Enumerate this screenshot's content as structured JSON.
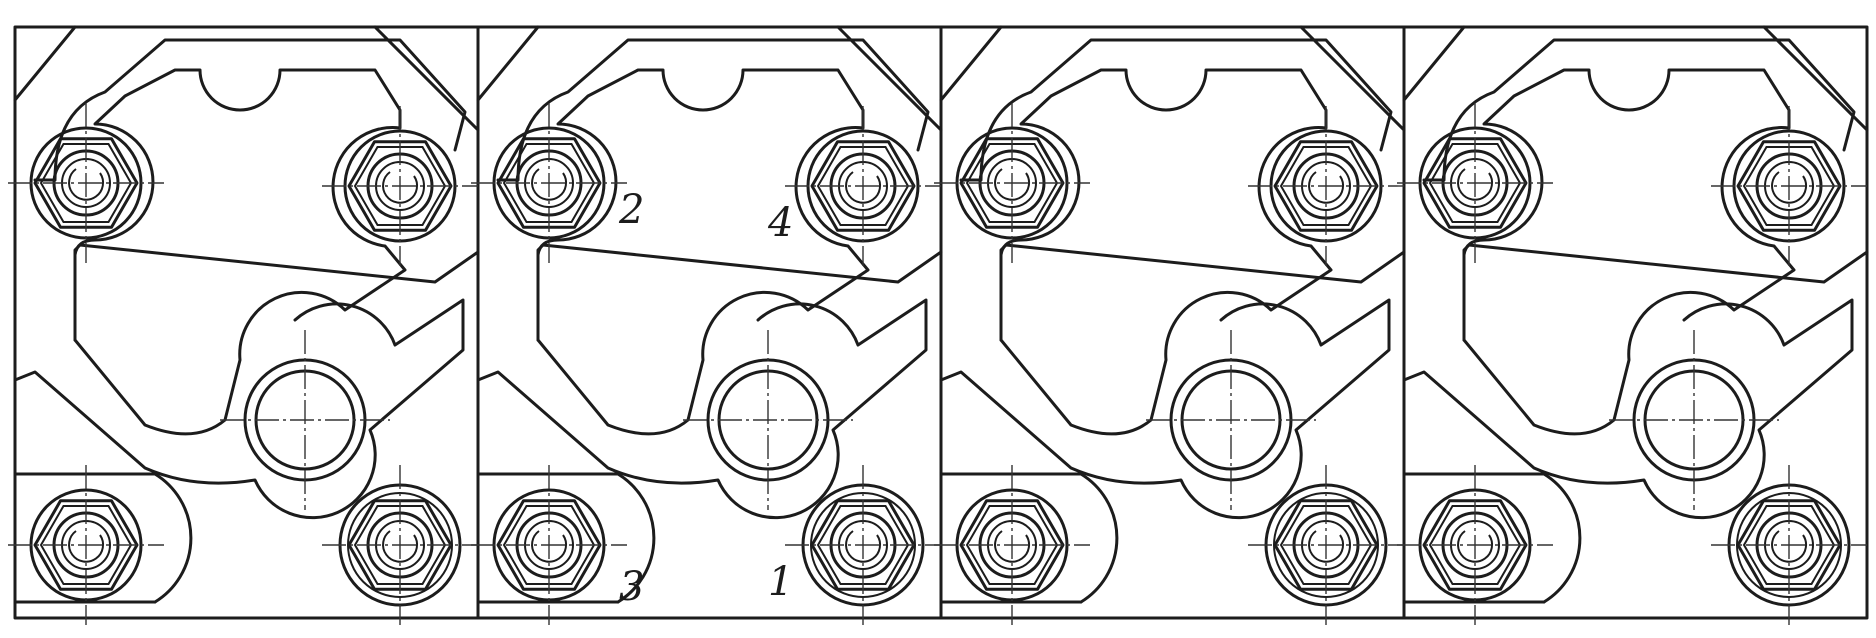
{
  "panels": [
    {
      "id": "panel-1",
      "labels": []
    },
    {
      "id": "panel-2",
      "labels": [
        {
          "text": "2",
          "bolt": "tl"
        },
        {
          "text": "4",
          "bolt": "tr"
        },
        {
          "text": "3",
          "bolt": "bl"
        },
        {
          "text": "1",
          "bolt": "br"
        }
      ]
    },
    {
      "id": "panel-3",
      "labels": []
    },
    {
      "id": "panel-4",
      "labels": []
    }
  ],
  "bolt_positions": [
    "tl",
    "tr",
    "bl",
    "br"
  ],
  "colors": {
    "ink": "#1c1c1c",
    "paper": "#ffffff"
  }
}
